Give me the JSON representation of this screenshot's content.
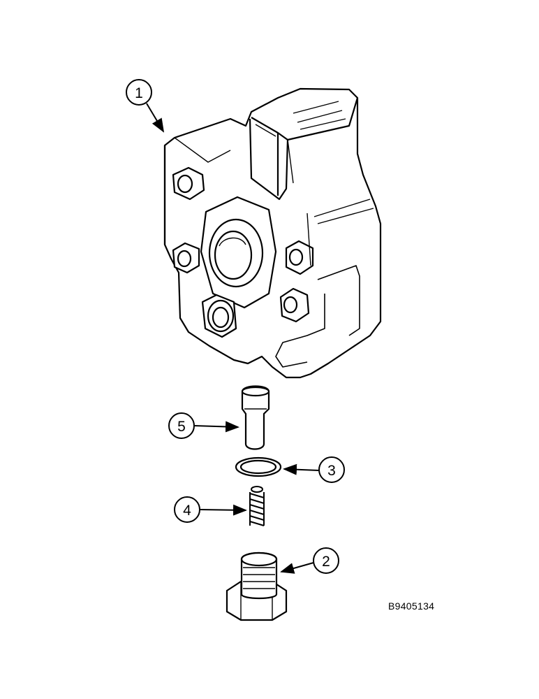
{
  "callouts": {
    "c1": "1",
    "c2": "2",
    "c3": "3",
    "c4": "4",
    "c5": "5"
  },
  "figure_code": "B9405134"
}
